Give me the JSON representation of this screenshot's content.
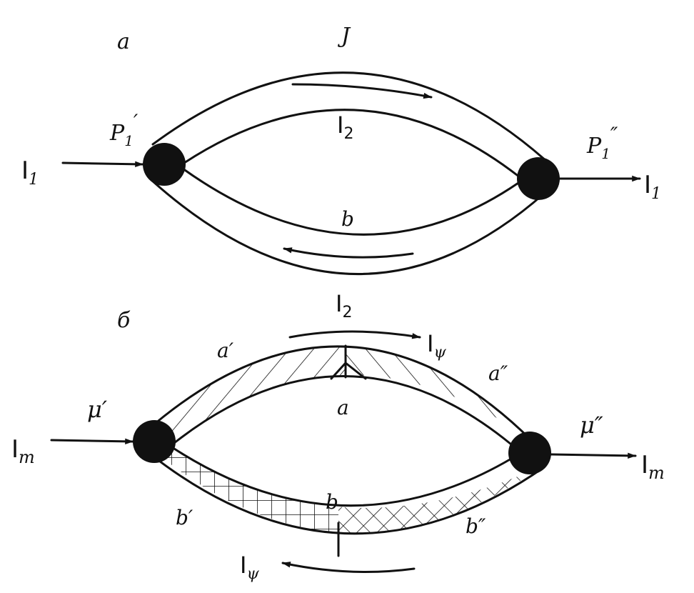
{
  "panel_a": {
    "label": "a",
    "top_label": "J",
    "left_node": {
      "name": "P",
      "sub": "1",
      "prime": "′"
    },
    "right_node": {
      "name": "P",
      "sub": "1",
      "prime": "″"
    },
    "input_current": {
      "name": "I",
      "sub": "1"
    },
    "output_current": {
      "name": "I",
      "sub": "1"
    },
    "upper_current": {
      "name": "I",
      "sub": "2"
    },
    "lower_current": {
      "name": "I",
      "sub": "2"
    },
    "lower_loop_label": "b"
  },
  "panel_b": {
    "label": "б",
    "left_node": "μ′",
    "right_node": "μ″",
    "input_current": {
      "name": "I",
      "sub": "m"
    },
    "output_current": {
      "name": "I",
      "sub": "m"
    },
    "upper_current": {
      "name": "I",
      "sub": "ψ"
    },
    "lower_current": {
      "name": "I",
      "sub": "ψ"
    },
    "upper_left_label": "a′",
    "upper_right_label": "a″",
    "upper_center_label": "a",
    "lower_center_label": "b",
    "lower_left_label": "b′",
    "lower_right_label": "b″"
  },
  "colors": {
    "ink": "#111111",
    "background": "#ffffff"
  }
}
